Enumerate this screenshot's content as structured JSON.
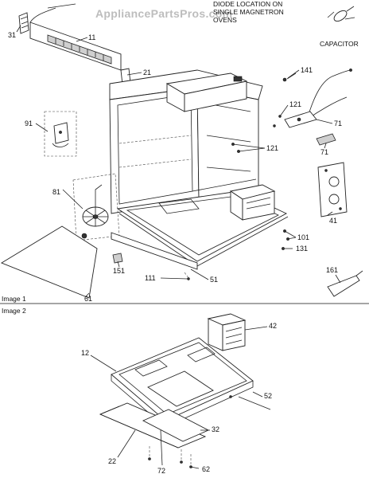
{
  "watermark": "AppliancePartsPros.com",
  "notes": {
    "diode_line1": "DIODE LOCATION ON",
    "diode_line2": "SINGLE MAGNETRON",
    "diode_line3": "OVENS",
    "capacitor": "CAPACITOR"
  },
  "sections": {
    "image1": "Image 1",
    "image2": "Image 2"
  },
  "image1_callouts": [
    "31",
    "11",
    "21",
    "141",
    "121",
    "71",
    "91",
    "121",
    "71",
    "81",
    "41",
    "101",
    "131",
    "151",
    "111",
    "51",
    "161",
    "61"
  ],
  "image2_callouts": [
    "42",
    "12",
    "52",
    "32",
    "22",
    "72",
    "62"
  ]
}
